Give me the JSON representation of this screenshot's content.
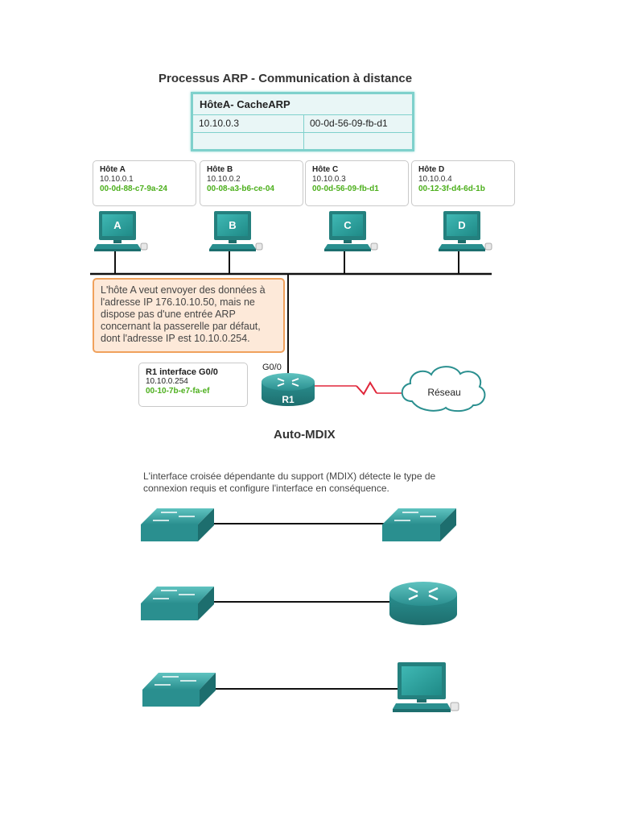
{
  "title": "Processus ARP - Communication à distance",
  "arp_cache": {
    "header": "HôteA- CacheARP",
    "rows": [
      {
        "ip": "10.10.0.3",
        "mac": "00-0d-56-09-fb-d1"
      },
      {
        "ip": "",
        "mac": ""
      }
    ]
  },
  "hosts": [
    {
      "name": "Hôte A",
      "ip": "10.10.0.1",
      "mac": "00-0d-88-c7-9a-24",
      "letter": "A"
    },
    {
      "name": "Hôte B",
      "ip": "10.10.0.2",
      "mac": "00-08-a3-b6-ce-04",
      "letter": "B"
    },
    {
      "name": "Hôte C",
      "ip": "10.10.0.3",
      "mac": "00-0d-56-09-fb-d1",
      "letter": "C"
    },
    {
      "name": "Hôte D",
      "ip": "10.10.0.4",
      "mac": "00-12-3f-d4-6d-1b",
      "letter": "D"
    }
  ],
  "callout": "L'hôte A veut envoyer des données à l'adresse IP 176.10.10.50, mais ne dispose pas d'une entrée ARP concernant la passerelle par défaut, dont l'adresse IP est 10.10.0.254.",
  "router": {
    "card_title": "R1 interface G0/0",
    "ip": "10.10.0.254",
    "mac": "00-10-7b-e7-fa-ef",
    "port_label": "G0/0",
    "label": "R1"
  },
  "cloud_label": "Réseau",
  "mdix_title": "Auto-MDIX",
  "mdix_desc": "L'interface croisée dépendante du support (MDIX) détecte le type de connexion requis et configure l'interface en conséquence.",
  "colors": {
    "teal": "#2a8f8f",
    "mac_green": "#4caf1c",
    "callout_border": "#f0a15c",
    "wan_red": "#e0263a"
  }
}
